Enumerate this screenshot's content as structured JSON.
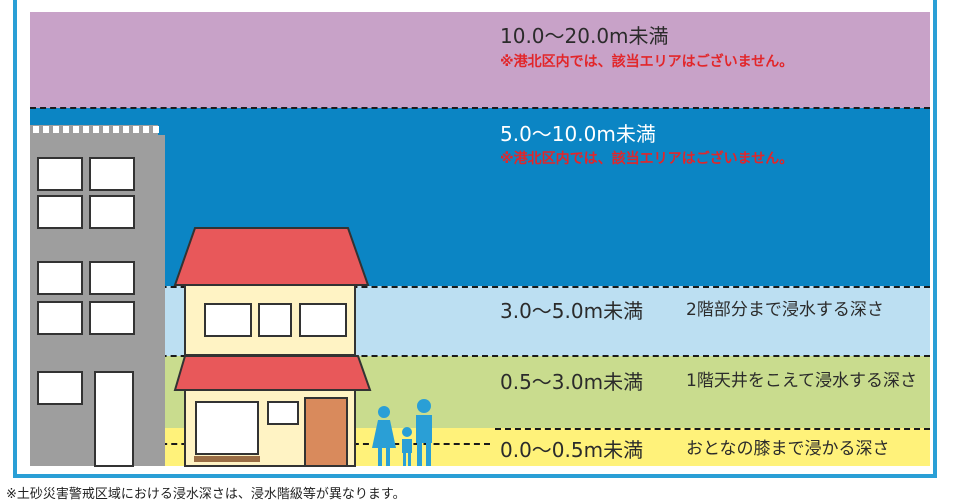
{
  "bands": [
    {
      "range": "10.0〜20.0m未満",
      "note": "※港北区内では、該当エリアはございません。",
      "color": "#c8a2c8"
    },
    {
      "range": "5.0〜10.0m未満",
      "note": "※港北区内では、該当エリアはございません。",
      "color": "#0b85c4"
    },
    {
      "range": "3.0〜5.0m未満",
      "desc": "2階部分まで浸水する深さ",
      "color": "#bcdff2"
    },
    {
      "range": "0.5〜3.0m未満",
      "desc": "1階天井をこえて浸水する深さ",
      "color": "#c9dc8e"
    },
    {
      "range": "0.0〜0.5m未満",
      "desc": "おとなの膝まで浸かる深さ",
      "color": "#fff27a"
    }
  ],
  "footnote": "※土砂災害警戒区域における浸水深さは、浸水階級等が異なります。",
  "colors": {
    "frame": "#2a9fd6",
    "building": "#9e9e9e",
    "house_roof": "#e8585a",
    "house_wall": "#fff3c4",
    "people": "#2a9fd6"
  }
}
